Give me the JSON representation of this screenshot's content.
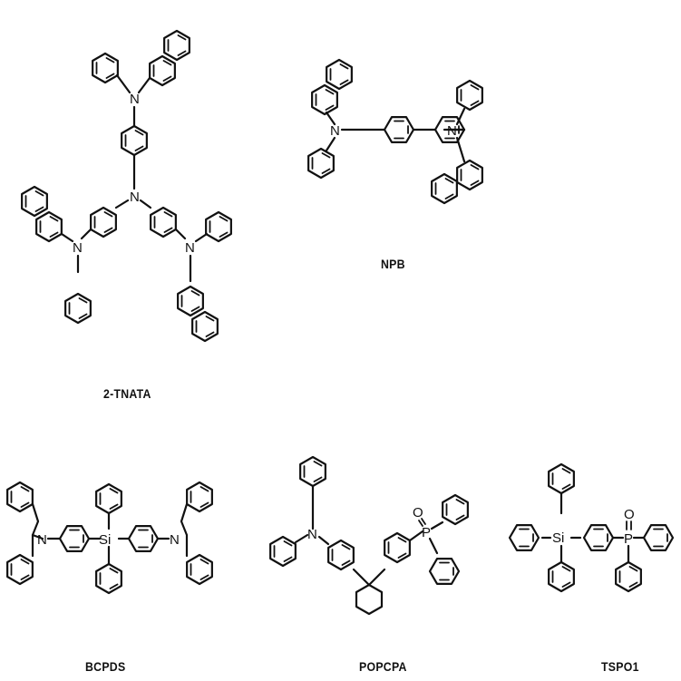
{
  "figure": {
    "compounds": [
      {
        "id": "2tnata",
        "label": "2-TNATA"
      },
      {
        "id": "npb",
        "label": "NPB"
      },
      {
        "id": "bcpds",
        "label": "BCPDS"
      },
      {
        "id": "popcpa",
        "label": "POPCPA"
      },
      {
        "id": "tspo1",
        "label": "TSPO1"
      }
    ],
    "atoms": {
      "nitrogen": "N",
      "silicon": "Si",
      "phosphorus": "P",
      "oxygen": "O"
    },
    "colors": {
      "ink": "#111111",
      "background": "#ffffff"
    }
  }
}
